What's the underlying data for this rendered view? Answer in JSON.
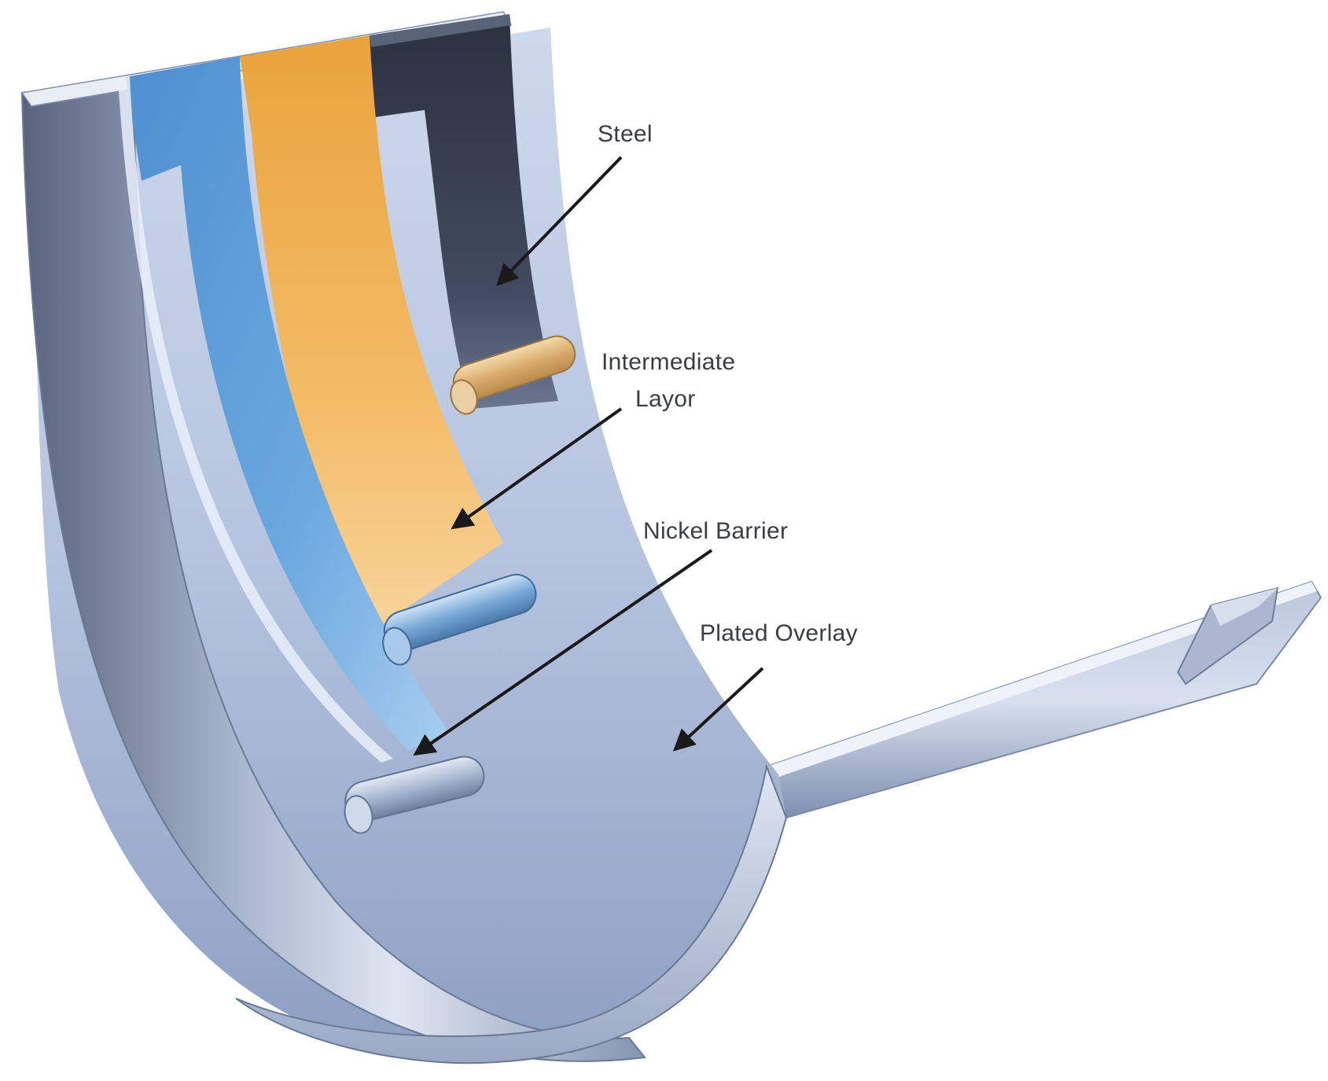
{
  "diagram": {
    "labels": {
      "steel": "Steel",
      "intermediate_line1": "Intermediate",
      "intermediate_line2": "Layor",
      "nickel_barrier": "Nickel Barrier",
      "plated_overlay": "Plated Overlay"
    },
    "colors": {
      "steel": "#3c4356",
      "intermediate": "#f0b24e",
      "nickel": "#5b9ad4",
      "overlay": "#b8c9e6",
      "arrow": "#1a1a1a",
      "label_text": "#3a3d44"
    }
  }
}
